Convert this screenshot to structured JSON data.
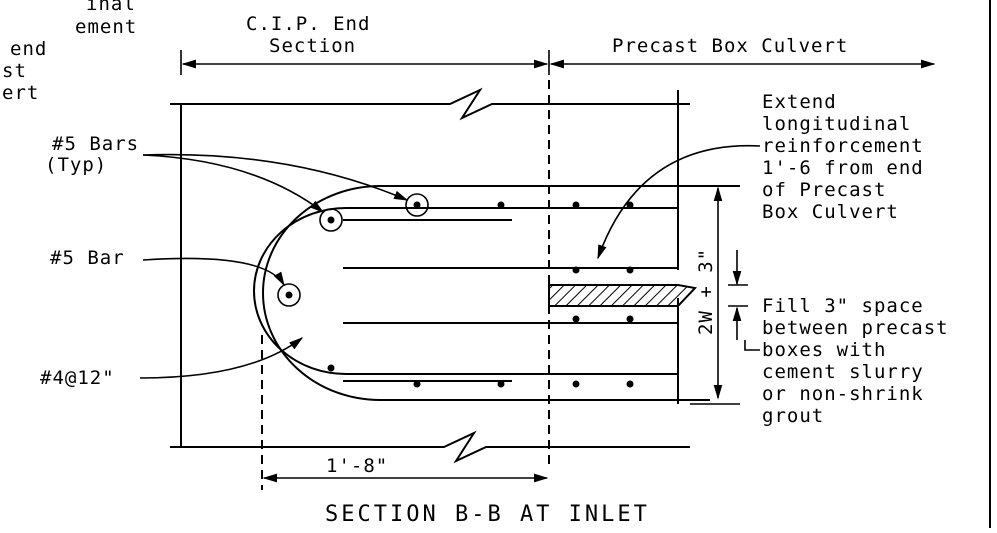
{
  "corner_note": [
    "inal",
    "ement",
    "end",
    "st",
    "ert"
  ],
  "dimensions": {
    "cip_end_section": [
      "C.I.P. End",
      "Section"
    ],
    "precast_box_culvert": "Precast Box Culvert",
    "bottom_length": "1'-8\"",
    "height": "2W + 3\""
  },
  "callouts": {
    "bars_5_typ": [
      "#5 Bars",
      "(Typ)"
    ],
    "bar_5": "#5 Bar",
    "bar_4_at_12": "#4@12\"",
    "extend_note": [
      "Extend",
      "longitudinal",
      "reinforcement",
      "1'-6 from end",
      "of Precast",
      "Box Culvert"
    ],
    "fill_note": [
      "Fill 3\" space",
      "between precast",
      "boxes with",
      "cement slurry",
      "or non-shrink",
      "grout"
    ]
  },
  "title": "SECTION B-B AT INLET",
  "colors": {
    "ink": "#000000",
    "background": "#ffffff"
  }
}
